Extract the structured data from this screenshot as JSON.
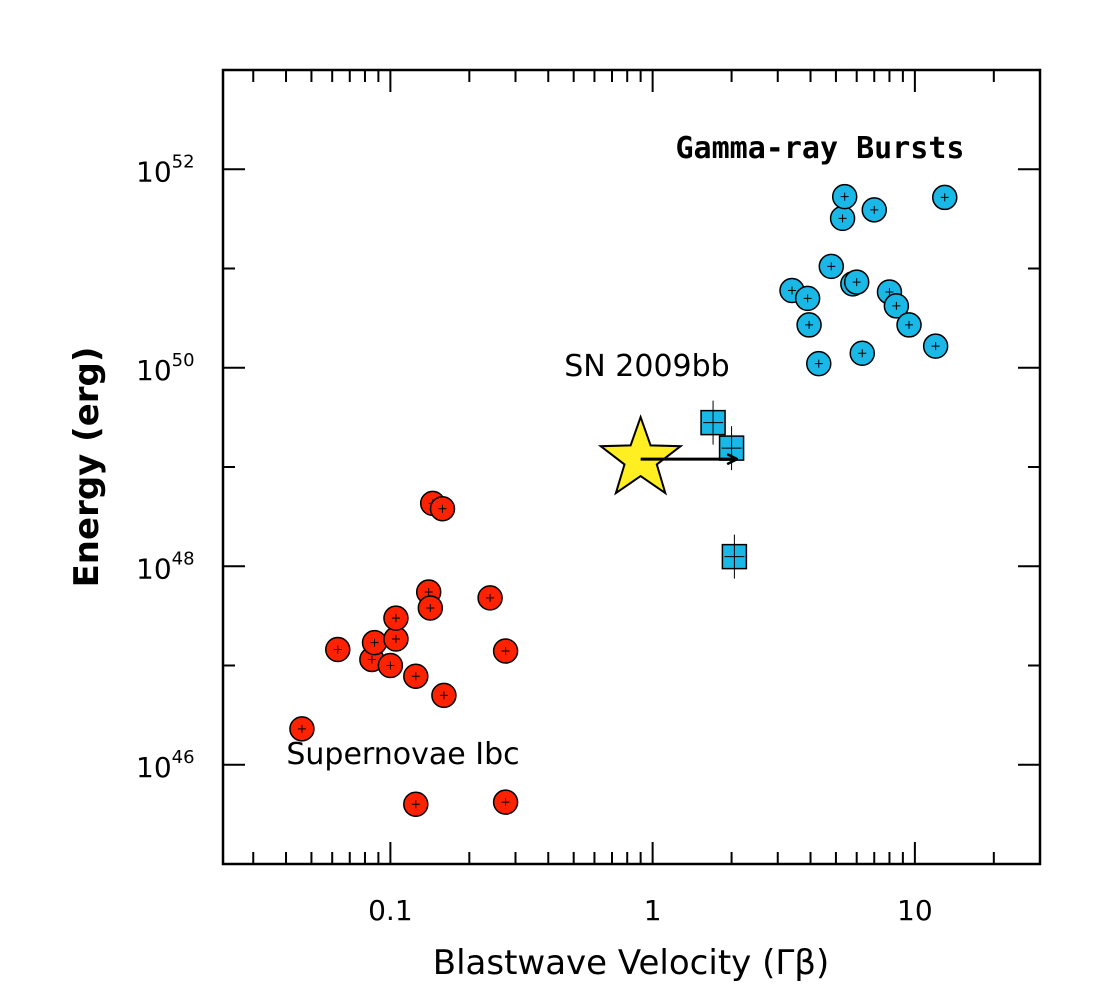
{
  "chart_data": {
    "type": "scatter",
    "xlabel": "Blastwave Velocity (Γβ)",
    "ylabel": "Energy (erg)",
    "x_scale": "log",
    "y_scale": "log",
    "xlim": [
      0.023,
      30
    ],
    "ylim": [
      1e+45,
      1e+53
    ],
    "x_ticks": [
      {
        "value": 0.1,
        "label": "0.1"
      },
      {
        "value": 1,
        "label": "1"
      },
      {
        "value": 10,
        "label": "10"
      }
    ],
    "y_ticks": [
      {
        "value": 1e+46,
        "base": "10",
        "exp": "46"
      },
      {
        "value": 1e+48,
        "base": "10",
        "exp": "48"
      },
      {
        "value": 1e+50,
        "base": "10",
        "exp": "50"
      },
      {
        "value": 1e+52,
        "base": "10",
        "exp": "52"
      }
    ],
    "grid": false,
    "legend": "none",
    "annotations": [
      {
        "id": "grb",
        "text": "Gamma-ray Bursts",
        "x": 10,
        "y": 2.2e+52
      },
      {
        "id": "sn2009bb",
        "text": "SN 2009bb",
        "x": 1.1,
        "y": 1e+50
      },
      {
        "id": "snibc",
        "text": "Supernovae Ibc",
        "x": 0.12,
        "y": 1.2e+46
      }
    ],
    "series": [
      {
        "id": "snibc",
        "marker": "circle",
        "color": "#ff2200",
        "points": [
          {
            "x": 0.046,
            "y": 2.3e+46
          },
          {
            "x": 0.063,
            "y": 1.45e+47
          },
          {
            "x": 0.085,
            "y": 1.15e+47
          },
          {
            "x": 0.087,
            "y": 1.7e+47
          },
          {
            "x": 0.1,
            "y": 1e+47
          },
          {
            "x": 0.105,
            "y": 1.85e+47
          },
          {
            "x": 0.105,
            "y": 3e+47
          },
          {
            "x": 0.125,
            "y": 7.8e+46
          },
          {
            "x": 0.125,
            "y": 4e+45
          },
          {
            "x": 0.14,
            "y": 5.5e+47
          },
          {
            "x": 0.142,
            "y": 3.8e+47
          },
          {
            "x": 0.145,
            "y": 4.3e+48
          },
          {
            "x": 0.158,
            "y": 3.8e+48
          },
          {
            "x": 0.16,
            "y": 5e+46
          },
          {
            "x": 0.24,
            "y": 4.8e+47
          },
          {
            "x": 0.275,
            "y": 1.4e+47
          },
          {
            "x": 0.275,
            "y": 4.2e+45
          }
        ]
      },
      {
        "id": "grb-squares",
        "marker": "square",
        "color": "#1ab8e6",
        "points": [
          {
            "x": 1.7,
            "y": 2.8e+49
          },
          {
            "x": 2.0,
            "y": 1.55e+49
          },
          {
            "x": 2.05,
            "y": 1.25e+48
          }
        ]
      },
      {
        "id": "grb",
        "marker": "circle",
        "color": "#1ab8e6",
        "points": [
          {
            "x": 3.4,
            "y": 6e+50
          },
          {
            "x": 3.9,
            "y": 5e+50
          },
          {
            "x": 3.95,
            "y": 2.7e+50
          },
          {
            "x": 4.3,
            "y": 1.1e+50
          },
          {
            "x": 4.8,
            "y": 1.05e+51
          },
          {
            "x": 5.3,
            "y": 3.2e+51
          },
          {
            "x": 5.4,
            "y": 5.3e+51
          },
          {
            "x": 5.8,
            "y": 7e+50
          },
          {
            "x": 6.0,
            "y": 7.3e+50
          },
          {
            "x": 6.3,
            "y": 1.4e+50
          },
          {
            "x": 7.0,
            "y": 3.9e+51
          },
          {
            "x": 8.0,
            "y": 5.8e+50
          },
          {
            "x": 8.5,
            "y": 4.2e+50
          },
          {
            "x": 9.5,
            "y": 2.7e+50
          },
          {
            "x": 12.0,
            "y": 1.65e+50
          },
          {
            "x": 13.0,
            "y": 5.2e+51
          }
        ]
      },
      {
        "id": "sn2009bb",
        "marker": "star",
        "color": "#ffee22",
        "points": [
          {
            "x": 0.9,
            "y": 1.2e+49
          }
        ],
        "arrow_to": {
          "x": 2.1,
          "y": 1.2e+49
        }
      }
    ]
  }
}
